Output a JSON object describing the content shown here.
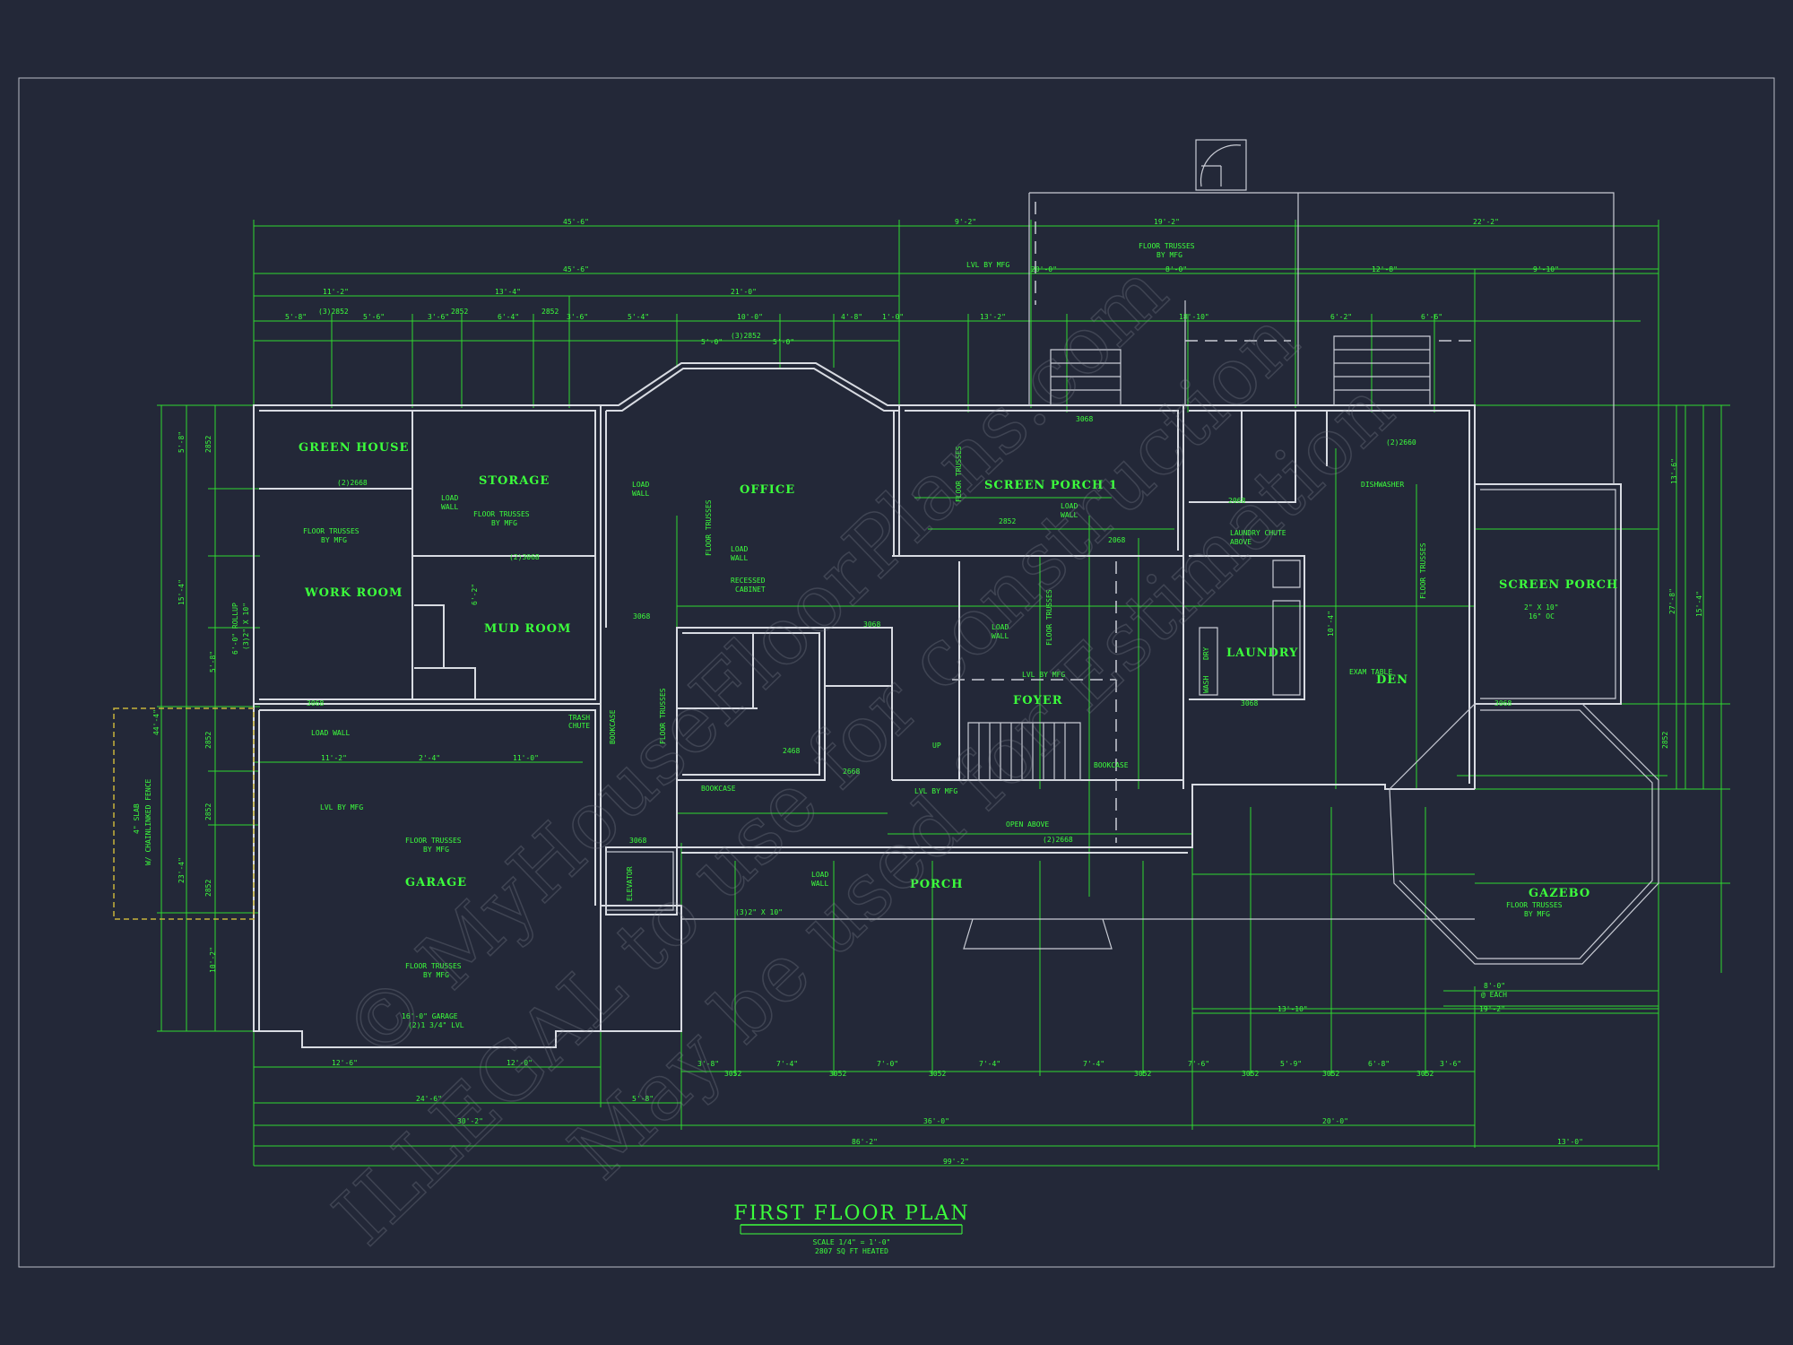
{
  "title": "FIRST FLOOR PLAN",
  "scale": "SCALE 1/4\" = 1'-0\"",
  "heated": "2807 SQ FT HEATED",
  "watermark": {
    "line1": "© MyHouseFloorPlans.com",
    "line2": "ILLEGAL to use for construction",
    "line3": "May be used for Estimation"
  },
  "colors": {
    "background": "#232838",
    "walls": "#d8dbe2",
    "dimensions": "#2fd92f",
    "text": "#3cff3c",
    "slab": "#c8b33a"
  },
  "rooms": {
    "green_house": "GREEN HOUSE",
    "storage": "STORAGE",
    "office": "OFFICE",
    "screen_porch_1": "SCREEN PORCH 1",
    "work_room": "WORK ROOM",
    "mud_room": "MUD ROOM",
    "foyer": "FOYER",
    "laundry": "LAUNDRY",
    "den": "DEN",
    "screen_porch": "SCREEN PORCH",
    "garage": "GARAGE",
    "porch": "PORCH",
    "gazebo": "GAZEBO"
  },
  "notes": {
    "floor_trusses": "FLOOR TRUSSES",
    "by_mfg": "BY MFG",
    "lvl_by_mfg": "LVL BY MFG",
    "load_wall": "LOAD WALL",
    "load": "LOAD",
    "wall": "WALL",
    "recessed": "RECESSED",
    "cabinet": "CABINET",
    "trash": "TRASH",
    "chute": "CHUTE",
    "bookcase": "BOOKCASE",
    "elevator": "ELEVATOR",
    "laundry_chute": "LAUNDRY CHUTE",
    "above": "ABOVE",
    "dishwasher": "DISHWASHER",
    "exam_table": "EXAM TABLE",
    "open_above": "OPEN ABOVE",
    "up": "UP",
    "rollup": "6'-0\" ROLLUP",
    "rollup2": "(3)2\" X 10\"",
    "garage_beam1": "16'-0\" GARAGE",
    "garage_beam2": "(2)1 3/4\" LVL",
    "slab1": "4\" SLAB",
    "slab2": "W/ CHAINLINKED FENCE",
    "joist1": "2\" X 10\"",
    "joist2": "16\" OC",
    "gazebo_each1": "8'-0\"",
    "gazebo_each2": "@ EACH",
    "porch_header": "(3)2\" X 10\"",
    "dryer": "DRY",
    "washer": "WASH"
  },
  "door_tags": {
    "d2668": "(2)2668",
    "d3068": "3068",
    "d2068": "2068",
    "d2068b": "(2)3068",
    "d2852": "(3)2852",
    "d2852b": "2852",
    "d2468": "2468",
    "d2668s": "2668",
    "d2660": "(2)2660",
    "d3052": "3052",
    "d2668b": "(2)2668"
  },
  "dims_top": {
    "d45_6": "45'-6\"",
    "d9_2": "9'-2\"",
    "d19_2": "19'-2\"",
    "d22_2": "22'-2\"",
    "d11_2": "11'-2\"",
    "d13_4": "13'-4\"",
    "d21_0": "21'-0\"",
    "d20_0": "20'-0\"",
    "d8_0": "8'-0\"",
    "d12_8": "12'-8\"",
    "d9_10": "9'-10\"",
    "d5_8": "5'-8\"",
    "d5_6": "5'-6\"",
    "d3_6": "3'-6\"",
    "d6_4": "6'-4\"",
    "d5_4": "5'-4\"",
    "d10_0": "10'-0\"",
    "d4_8": "4'-8\"",
    "d1_0": "1'-0\"",
    "d13_2": "13'-2\"",
    "d18_10": "18'-10\"",
    "d6_2": "6'-2\"",
    "d6_6": "6'-6\"",
    "d5_0": "5'-0\""
  },
  "dims_bottom": {
    "d12_6": "12'-6\"",
    "d12_0": "12'-0\"",
    "d24_6": "24'-6\"",
    "d5_8": "5'-8\"",
    "d30_2": "30'-2\"",
    "d36_0": "36'-0\"",
    "d20_0": "20'-0\"",
    "d86_2": "86'-2\"",
    "d13_0": "13'-0\"",
    "d99_2": "99'-2\"",
    "d3_8": "3'-8\"",
    "d7_4": "7'-4\"",
    "d7_0": "7'-0\"",
    "d7_6": "7'-6\"",
    "d5_9": "5'-9\"",
    "d6_8": "6'-8\"",
    "d3_6": "3'-6\"",
    "d13_10": "13'-10\"",
    "d19_2": "19'-2\""
  },
  "dims_side": {
    "d5_8": "5'-8\"",
    "d15_4": "15'-4\"",
    "d44_4": "44'-4\"",
    "d23_4": "23'-4\"",
    "d10_2": "10'-2\"",
    "d27_8": "27'-8\"",
    "d2852": "2852",
    "d11_2": "11'-2\"",
    "d2_4": "2'-4\"",
    "d11_0": "11'-0\"",
    "d10_4": "10'-4\"",
    "d6_2": "6'-2\"",
    "d13_6": "13'-6\""
  }
}
